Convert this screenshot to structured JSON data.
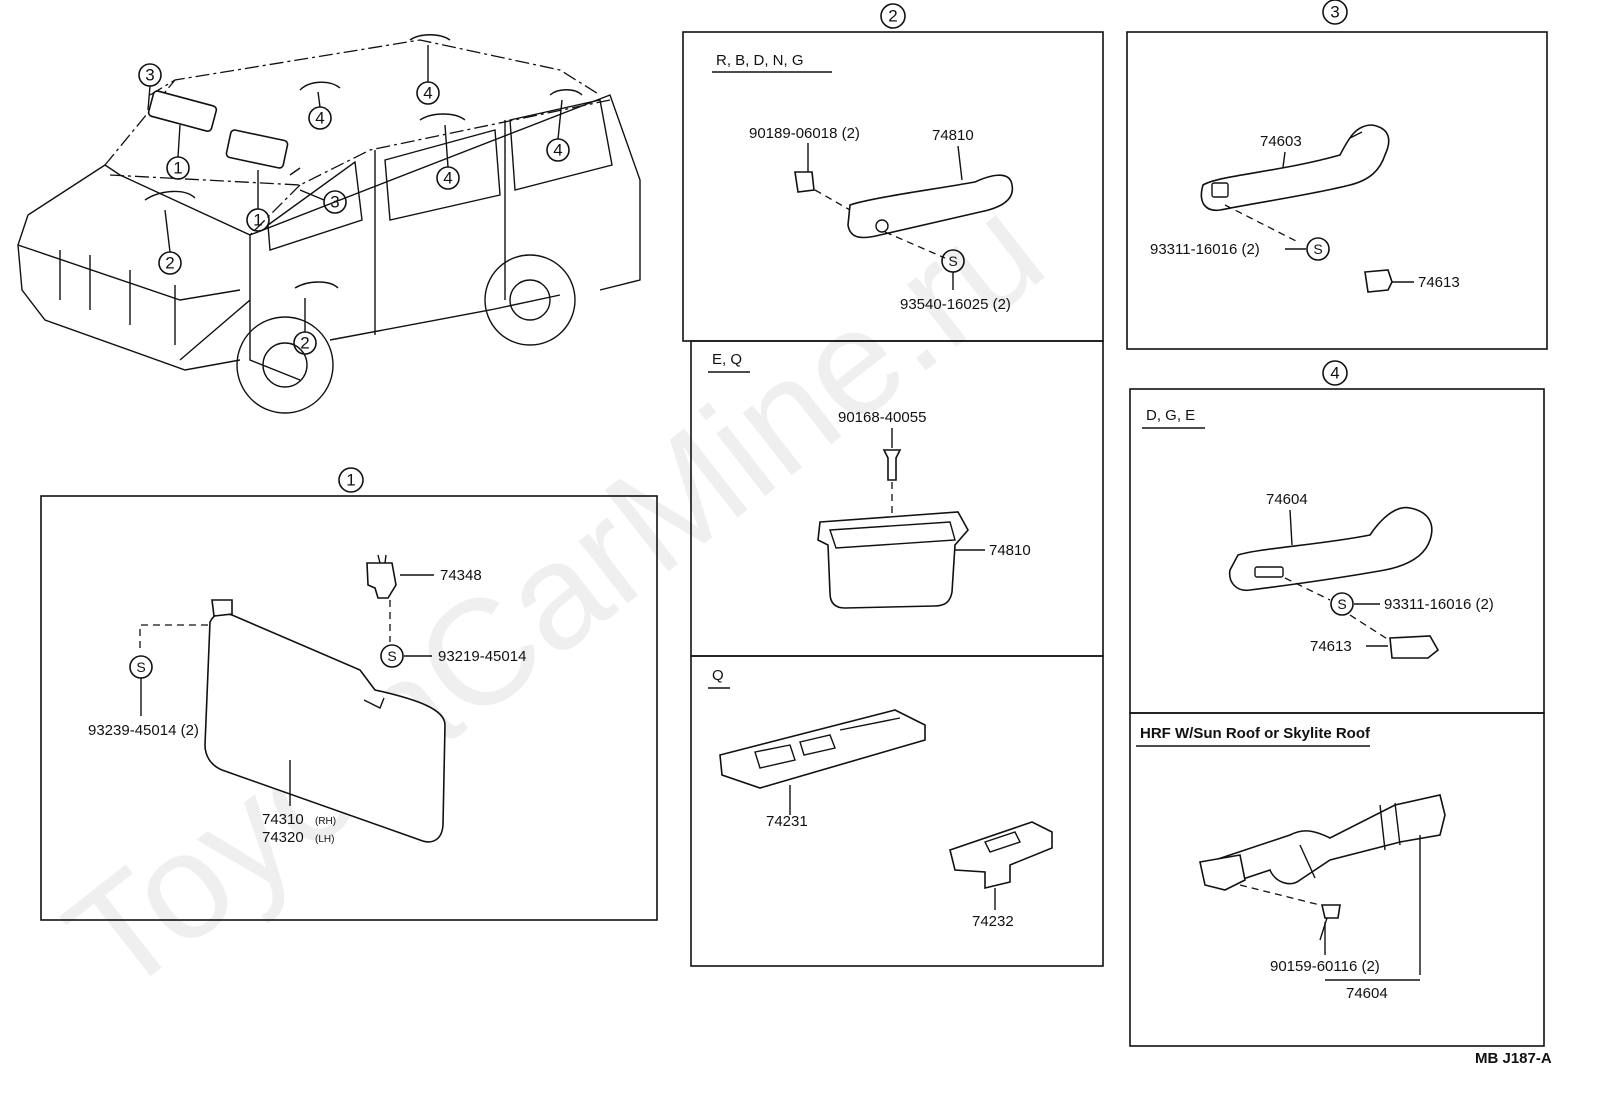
{
  "watermark": "ToyotaCarMine.ru",
  "drawing_code": "MB J187-A",
  "callout_symbol_s": "S",
  "overview": {
    "callouts": [
      "3",
      "1",
      "1",
      "3",
      "2",
      "2",
      "4",
      "4",
      "4",
      "4"
    ]
  },
  "section1": {
    "number": "1",
    "labels": {
      "bracket": "74348",
      "screw_right": "93219-45014",
      "screw_left": "93239-45014 (2)",
      "visor_rh": "74310",
      "visor_rh_suffix": "(RH)",
      "visor_lh": "74320",
      "visor_lh_suffix": "(LH)"
    }
  },
  "section2": {
    "number": "2",
    "panels": [
      {
        "variant": "R, B, D, N, G",
        "labels": {
          "clip": "90189-06018 (2)",
          "grip": "74810",
          "screw": "93540-16025 (2)"
        }
      },
      {
        "variant": "E, Q",
        "labels": {
          "screw": "90168-40055",
          "pocket": "74810"
        }
      },
      {
        "variant": "Q",
        "labels": {
          "switch_large": "74231",
          "switch_small": "74232"
        }
      }
    ]
  },
  "section3": {
    "number": "3",
    "labels": {
      "grip": "74603",
      "screw": "93311-16016 (2)",
      "cover": "74613"
    }
  },
  "section4": {
    "number": "4",
    "panels": [
      {
        "variant": "D, G, E",
        "labels": {
          "grip": "74604",
          "screw": "93311-16016 (2)",
          "cover": "74613"
        }
      },
      {
        "variant": "HRF W/Sun Roof or Skylite Roof",
        "labels": {
          "screw": "90159-60116 (2)",
          "strap": "74604"
        }
      }
    ]
  }
}
